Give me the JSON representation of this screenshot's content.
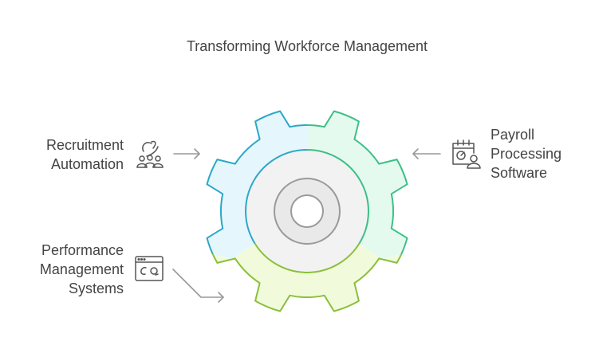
{
  "title": "Transforming Workforce Management",
  "segments": [
    {
      "id": "recruitment",
      "lines": [
        "Recruitment",
        "Automation"
      ],
      "color": "#2aa8c7",
      "fill": "#e6f6fd"
    },
    {
      "id": "payroll",
      "lines": [
        "Payroll",
        "Processing",
        "Software"
      ],
      "color": "#3cbf86",
      "fill": "#e5faef"
    },
    {
      "id": "performance",
      "lines": [
        "Performance",
        "Management",
        "Systems"
      ],
      "color": "#8bbf3a",
      "fill": "#f1fbdc"
    }
  ],
  "icons": {
    "recruitment": "people-network-icon",
    "payroll": "calendar-user-icon",
    "performance": "browser-window-icon"
  }
}
